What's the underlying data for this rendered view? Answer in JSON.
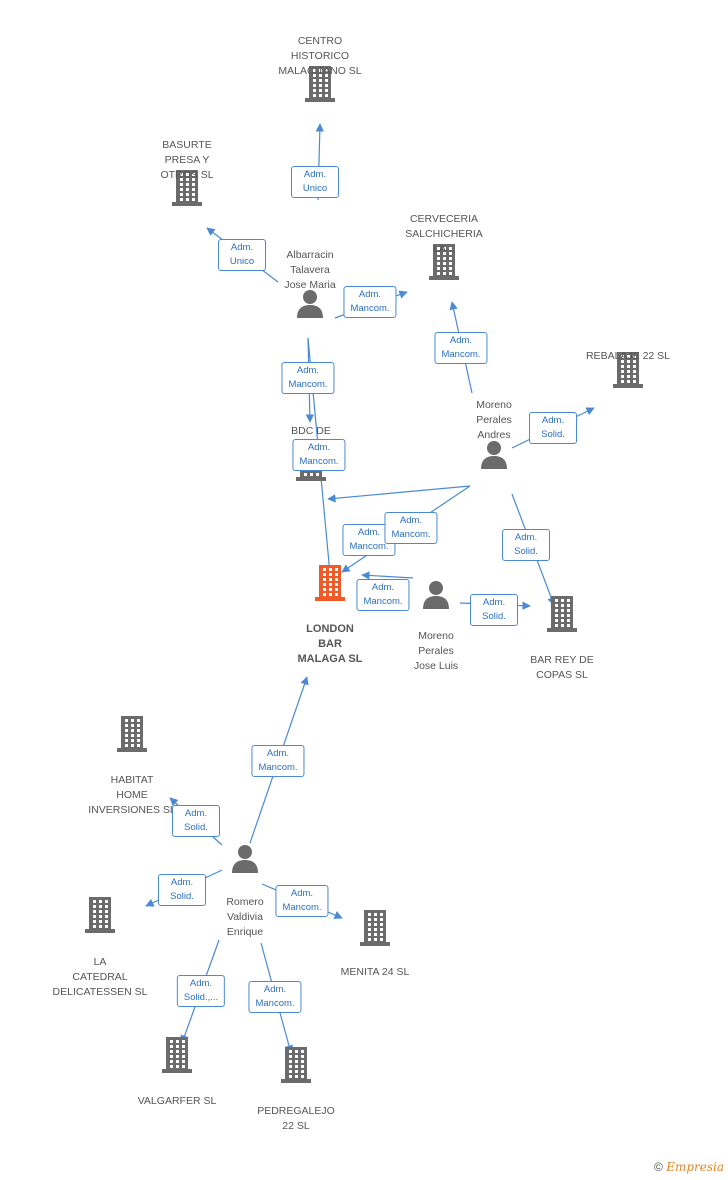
{
  "colors": {
    "edge": "#4a8ad4",
    "building": "#6b6b6b",
    "main": "#f05a28",
    "person": "#6b6b6b"
  },
  "companies": [
    {
      "id": "centro",
      "name": "CENTRO\nHISTORICO\nMALACITANO SL"
    },
    {
      "id": "basurte",
      "name": "BASURTE\nPRESA Y\nOTROS  SL"
    },
    {
      "id": "cerveceria",
      "name": "CERVECERIA\nSALCHICHERIA\nLA..."
    },
    {
      "id": "rebalaje",
      "name": "REBALAJE 22 SL"
    },
    {
      "id": "bdc",
      "name": "BDC DE\nMA..."
    },
    {
      "id": "london",
      "name": "LONDON\nBAR\nMALAGA SL",
      "main": true
    },
    {
      "id": "barrey",
      "name": "BAR REY DE\nCOPAS  SL"
    },
    {
      "id": "habitat",
      "name": "HABITAT\nHOME\nINVERSIONES SL"
    },
    {
      "id": "catedral",
      "name": "LA\nCATEDRAL\nDELICATESSEN SL"
    },
    {
      "id": "menita",
      "name": "MENITA 24 SL"
    },
    {
      "id": "valgarfer",
      "name": "VALGARFER SL"
    },
    {
      "id": "pedregalejo",
      "name": "PEDREGALEJO\n22 SL"
    }
  ],
  "people": [
    {
      "id": "albarracin",
      "name": "Albarracin\nTalavera\nJose Maria"
    },
    {
      "id": "andres",
      "name": "Moreno\nPerales\nAndres"
    },
    {
      "id": "joseluis",
      "name": "Moreno\nPerales\nJose Luis"
    },
    {
      "id": "romero",
      "name": "Romero\nValdivia\nEnrique"
    }
  ],
  "edges": [
    {
      "label": "Adm.\nUnico"
    },
    {
      "label": "Adm.\nUnico"
    },
    {
      "label": "Adm.\nMancom."
    },
    {
      "label": "Adm.\nMancom."
    },
    {
      "label": "Adm.\nMancom."
    },
    {
      "label": "Adm.\nMancom."
    },
    {
      "label": "Adm.\nSolid."
    },
    {
      "label": "Adm.\nMancom."
    },
    {
      "label": "Adm.\nSolid."
    },
    {
      "label": "Adm.\nMancom."
    },
    {
      "label": "Adm.\nMancom."
    },
    {
      "label": "Adm.\nSolid."
    },
    {
      "label": "Adm.\nMancom."
    },
    {
      "label": "Adm.\nSolid."
    },
    {
      "label": "Adm.\nSolid."
    },
    {
      "label": "Adm.\nMancom."
    },
    {
      "label": "Adm.\nSolid.,..."
    },
    {
      "label": "Adm.\nMancom."
    }
  ],
  "footer": {
    "copyright": "©",
    "brand": "Empresia"
  }
}
